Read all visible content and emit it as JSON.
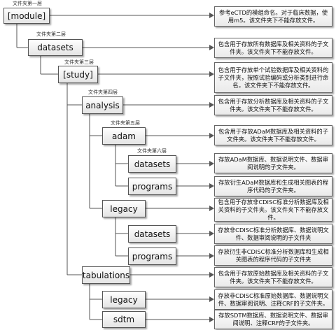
{
  "levels": [
    "文件夹第一层",
    "文件夹第二层",
    "文件夹第三层",
    "文件夹第四层",
    "文件夹第五层",
    "文件夹第六层"
  ],
  "nodes": {
    "module": "[module]",
    "datasets": "datasets",
    "study": "[study]",
    "analysis": "analysis",
    "adam": "adam",
    "adam_datasets": "datasets",
    "adam_programs": "programs",
    "legacy": "legacy",
    "legacy_datasets": "datasets",
    "legacy_programs": "programs",
    "tabulations": "tabulations",
    "tab_legacy": "legacy",
    "sdtm": "sdtm"
  },
  "descriptions": {
    "module": "参考eCTD的模组命名。对于临床数据，使用m5。该文件夹下不能存放文件。",
    "datasets": "包含用于存放所有数据库及相关资料的子文件夹。该文件夹下不能存放文件。",
    "study": "包含用于存放单个试验数据库及相关资料的子文件夹，按照试验编码或分析类别进行命名。该文件夹下不能存放文件。",
    "analysis": "包含用于存放分析数据库及相关资料的子文件夹。该文件夹下不能存放文件。",
    "adam": "包含用于存放ADaM数据库及相关资料的子文件夹。该文件夹下不能存放文件。",
    "adam_datasets": "存放ADaM数据库、数据说明文件、数据审阅说明的子文件夹。",
    "adam_programs": "存放衍生ADaM数据库和生成相关图表的程序代码的子文件夹。",
    "legacy": "包含用于存放非CDISC标准分析数据库及相关资料的子文件夹。该文件夹下不能存放文件。",
    "legacy_datasets": "存放非CDISC标准分析数据库、数据说明文件、数据审阅说明的子文件夹",
    "legacy_programs": "存放衍生非CDISC标准分析数据库和生成相关图表的程序代码的子文件夹",
    "tabulations": "包含用于存放原始数据库及相关资料的子文件夹。该文件夹下不能存放文件。",
    "tab_legacy": "存放非CDISC标准原始数据库、数据说明文件、数据审阅说明、注释CRF的子文件夹。",
    "sdtm": "存放SDTM数据库、数据说明文件、数据审阅说明、注释CRF的子文件夹。"
  }
}
